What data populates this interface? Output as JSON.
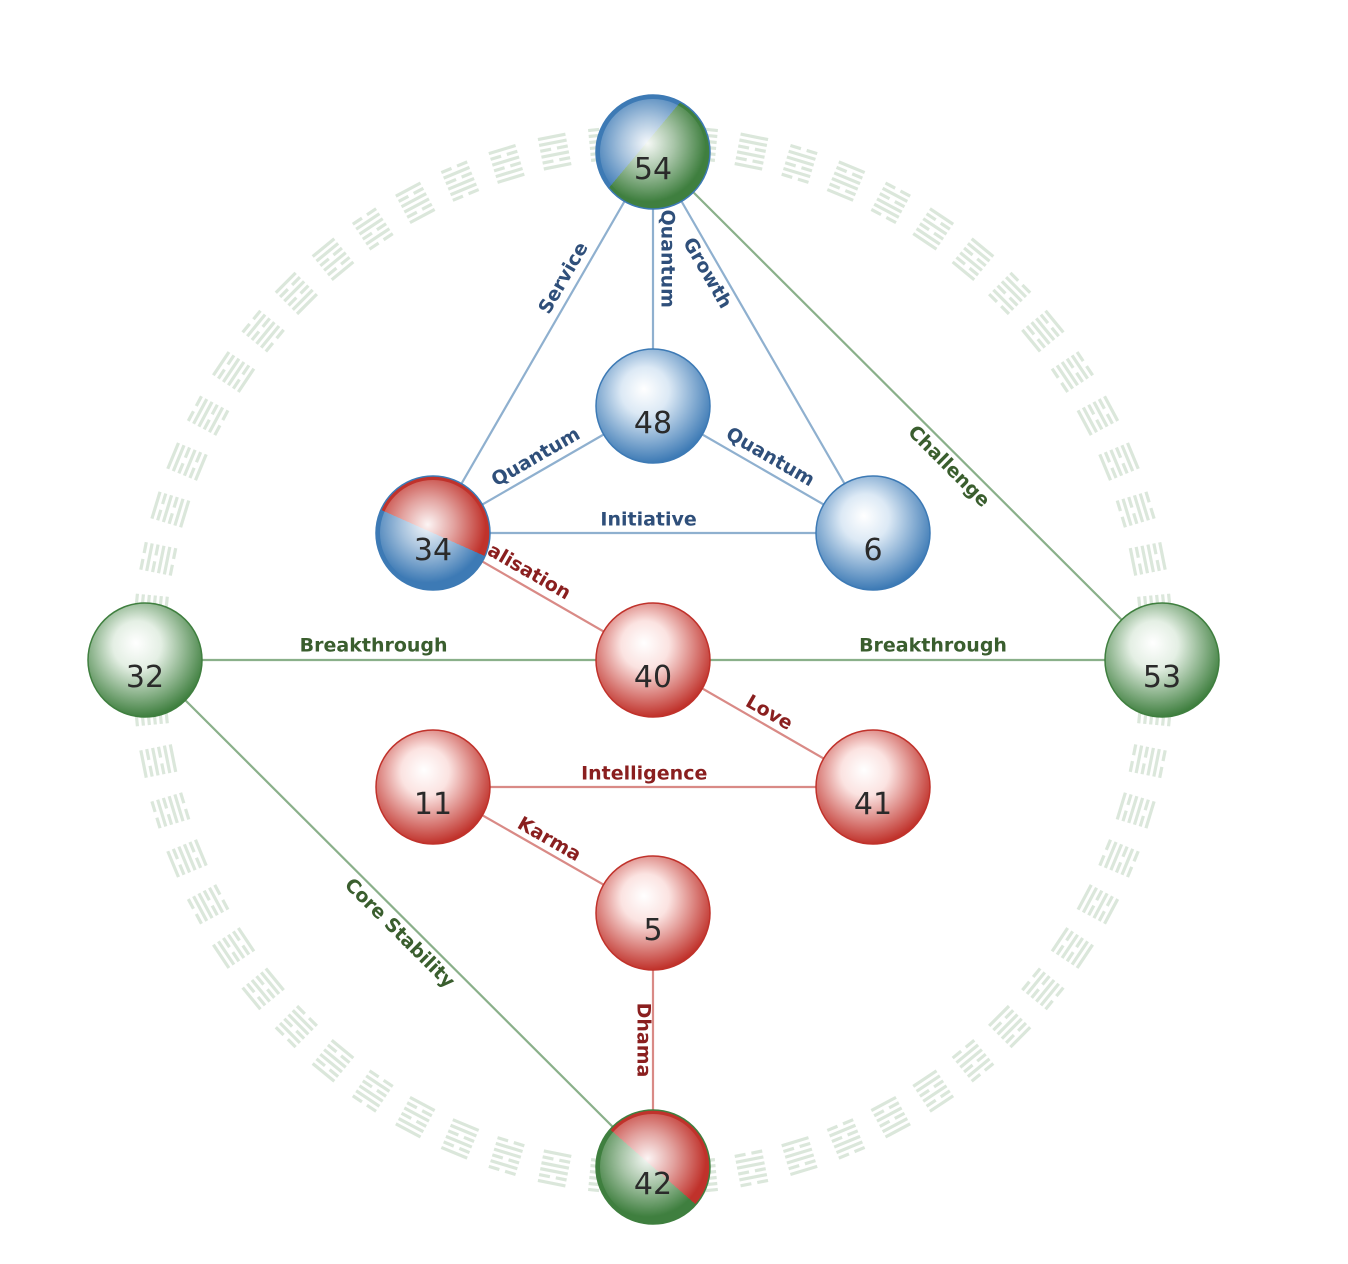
{
  "colors": {
    "blue": "#3d7ab5",
    "blue_light": "#dce9f5",
    "red": "#c0322b",
    "red_light": "#fbe3e1",
    "green": "#3f7f3f",
    "green_light": "#e4efe4",
    "line_blue": "#8fb0cf",
    "line_red": "#d98a86",
    "line_green": "#8ab08a",
    "label_blue": "#2f4f7a",
    "label_red": "#8a1f1f",
    "label_green": "#3a5e2e",
    "ring": "#dbe7db"
  },
  "nodes": [
    {
      "id": "n54",
      "label": "54",
      "style": "blue-green"
    },
    {
      "id": "n48",
      "label": "48",
      "style": "blue"
    },
    {
      "id": "n34",
      "label": "34",
      "style": "blue-red"
    },
    {
      "id": "n6",
      "label": "6",
      "style": "blue"
    },
    {
      "id": "n32",
      "label": "32",
      "style": "green"
    },
    {
      "id": "n40",
      "label": "40",
      "style": "red"
    },
    {
      "id": "n53",
      "label": "53",
      "style": "green"
    },
    {
      "id": "n11",
      "label": "11",
      "style": "red"
    },
    {
      "id": "n41",
      "label": "41",
      "style": "red"
    },
    {
      "id": "n5",
      "label": "5",
      "style": "red"
    },
    {
      "id": "n42",
      "label": "42",
      "style": "red-green"
    }
  ],
  "edges": [
    {
      "from": "n54",
      "to": "n34",
      "label": "Service",
      "color": "blue"
    },
    {
      "from": "n54",
      "to": "n48",
      "label": "Quantum",
      "color": "blue"
    },
    {
      "from": "n54",
      "to": "n6",
      "label": "Growth",
      "color": "blue"
    },
    {
      "from": "n54",
      "to": "n53",
      "label": "Challenge",
      "color": "green"
    },
    {
      "from": "n48",
      "to": "n34",
      "label": "Quantum",
      "color": "blue"
    },
    {
      "from": "n48",
      "to": "n6",
      "label": "Quantum",
      "color": "blue"
    },
    {
      "from": "n34",
      "to": "n6",
      "label": "Initiative",
      "color": "blue"
    },
    {
      "from": "n34",
      "to": "n40",
      "label": "Realisation",
      "color": "red"
    },
    {
      "from": "n32",
      "to": "n40",
      "label": "Breakthrough",
      "color": "green"
    },
    {
      "from": "n40",
      "to": "n53",
      "label": "Breakthrough",
      "color": "green"
    },
    {
      "from": "n40",
      "to": "n41",
      "label": "Love",
      "color": "red"
    },
    {
      "from": "n11",
      "to": "n41",
      "label": "Intelligence",
      "color": "red"
    },
    {
      "from": "n11",
      "to": "n5",
      "label": "Karma",
      "color": "red"
    },
    {
      "from": "n5",
      "to": "n42",
      "label": "Dhama",
      "color": "red"
    },
    {
      "from": "n32",
      "to": "n42",
      "label": "Core Stability",
      "color": "green"
    }
  ],
  "ring": {
    "count": 64,
    "style": "hexagram-marks"
  }
}
